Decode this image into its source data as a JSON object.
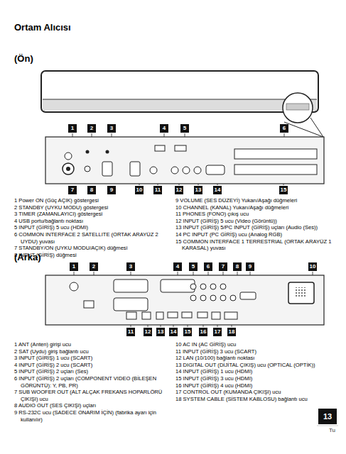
{
  "diagram": {
    "title": "Ortam Alıcısı",
    "labels": [
      "(Ön)",
      "1",
      "2",
      "3",
      "4",
      "5",
      "6",
      "7",
      "8",
      "9",
      "10",
      "11",
      "12",
      "13",
      "14",
      "15",
      "1 Power ON (Güç AÇIK) göstergesi",
      "2 STANDBY (UYKU MODU) göstergesi",
      "3 TIMER (ZAMANLAYICI) göstergesi",
      "4 USB portu/bağlantı noktası",
      "5 INPUT (GİRİŞ) 5 ucu (HDMI)",
      "6 COMMON INTERFACE 2 SATELLITE (ORTAK ARAYÜZ 2 UYDU) yuvası",
      "7 STANDBY/ON (UYKU MODU/AÇIK) düğmesi",
      "8 INPUT (GİRİŞ) düğmesi",
      "9 VOLUME (SES DÜZEYİ) Yukarı/Aşağı düğmeleri",
      "10 CHANNEL (KANAL) Yukarı/Aşağı düğmeleri",
      "11 PHONES (FONO) çıkış ucu",
      "12 INPUT (GİRİŞ) 5 ucu (Video (Görüntü))",
      "13 INPUT (GİRİŞ) 5/PC INPUT (GİRİŞ) uçları (Audio (Ses))",
      "14 PC INPUT (PC GİRİŞ) ucu (Analog RGB)",
      "15 COMMON INTERFACE 1 TERRESTRIAL (ORTAK ARAYÜZ 1 KARASAL) yuvası",
      "(Arka)",
      "1",
      "2",
      "3",
      "4",
      "5",
      "6",
      "7",
      "8",
      "9",
      "10",
      "11",
      "12",
      "13",
      "14",
      "15",
      "16",
      "17",
      "18",
      "1 ANT (Anten) girişi ucu",
      "2 SAT (Uydu) giriş bağlantı ucu",
      "3 INPUT (GİRİŞ) 1 ucu (SCART)",
      "4 INPUT (GİRİŞ) 2 ucu (SCART)",
      "5 INPUT (GİRİŞ) 2 uçları (Ses)",
      "6 INPUT (GİRİŞ) 2 uçları (COMPONENT VIDEO (BİLEŞEN GÖRÜNTÜ): Y, PB, PR)",
      "7 SUB WOOFER OUT (ALT ALÇAK FREKANS HOPARLÖRÜ ÇIKIŞI) ucu",
      "8 AUDIO OUT (SES ÇIKIŞI) uçları",
      "9 RS-232C ucu (SADECE ONARIM İÇİN) (fabrika ayarı için kullanılır)",
      "10 AC IN (AC GİRİŞ) ucu",
      "11 INPUT (GİRİŞ) 3 ucu (SCART)",
      "12 LAN (10/100) bağlantı noktası",
      "13 DIGITAL OUT (DİJİTAL ÇIKIŞ) ucu (OPTICAL (OPTİK))",
      "14 INPUT (GİRİŞ) 1 ucu (HDMI)",
      "15 INPUT (GİRİŞ) 3 ucu (HDMI)",
      "16 INPUT (GİRİŞ) 4 ucu (HDMI)",
      "17 CONTROL OUT (KUMANDA ÇIKIŞI) ucu",
      "18 SYSTEM CABLE (SİSTEM KABLOSU) bağlantı ucu",
      "13",
      "Tu"
    ]
  }
}
